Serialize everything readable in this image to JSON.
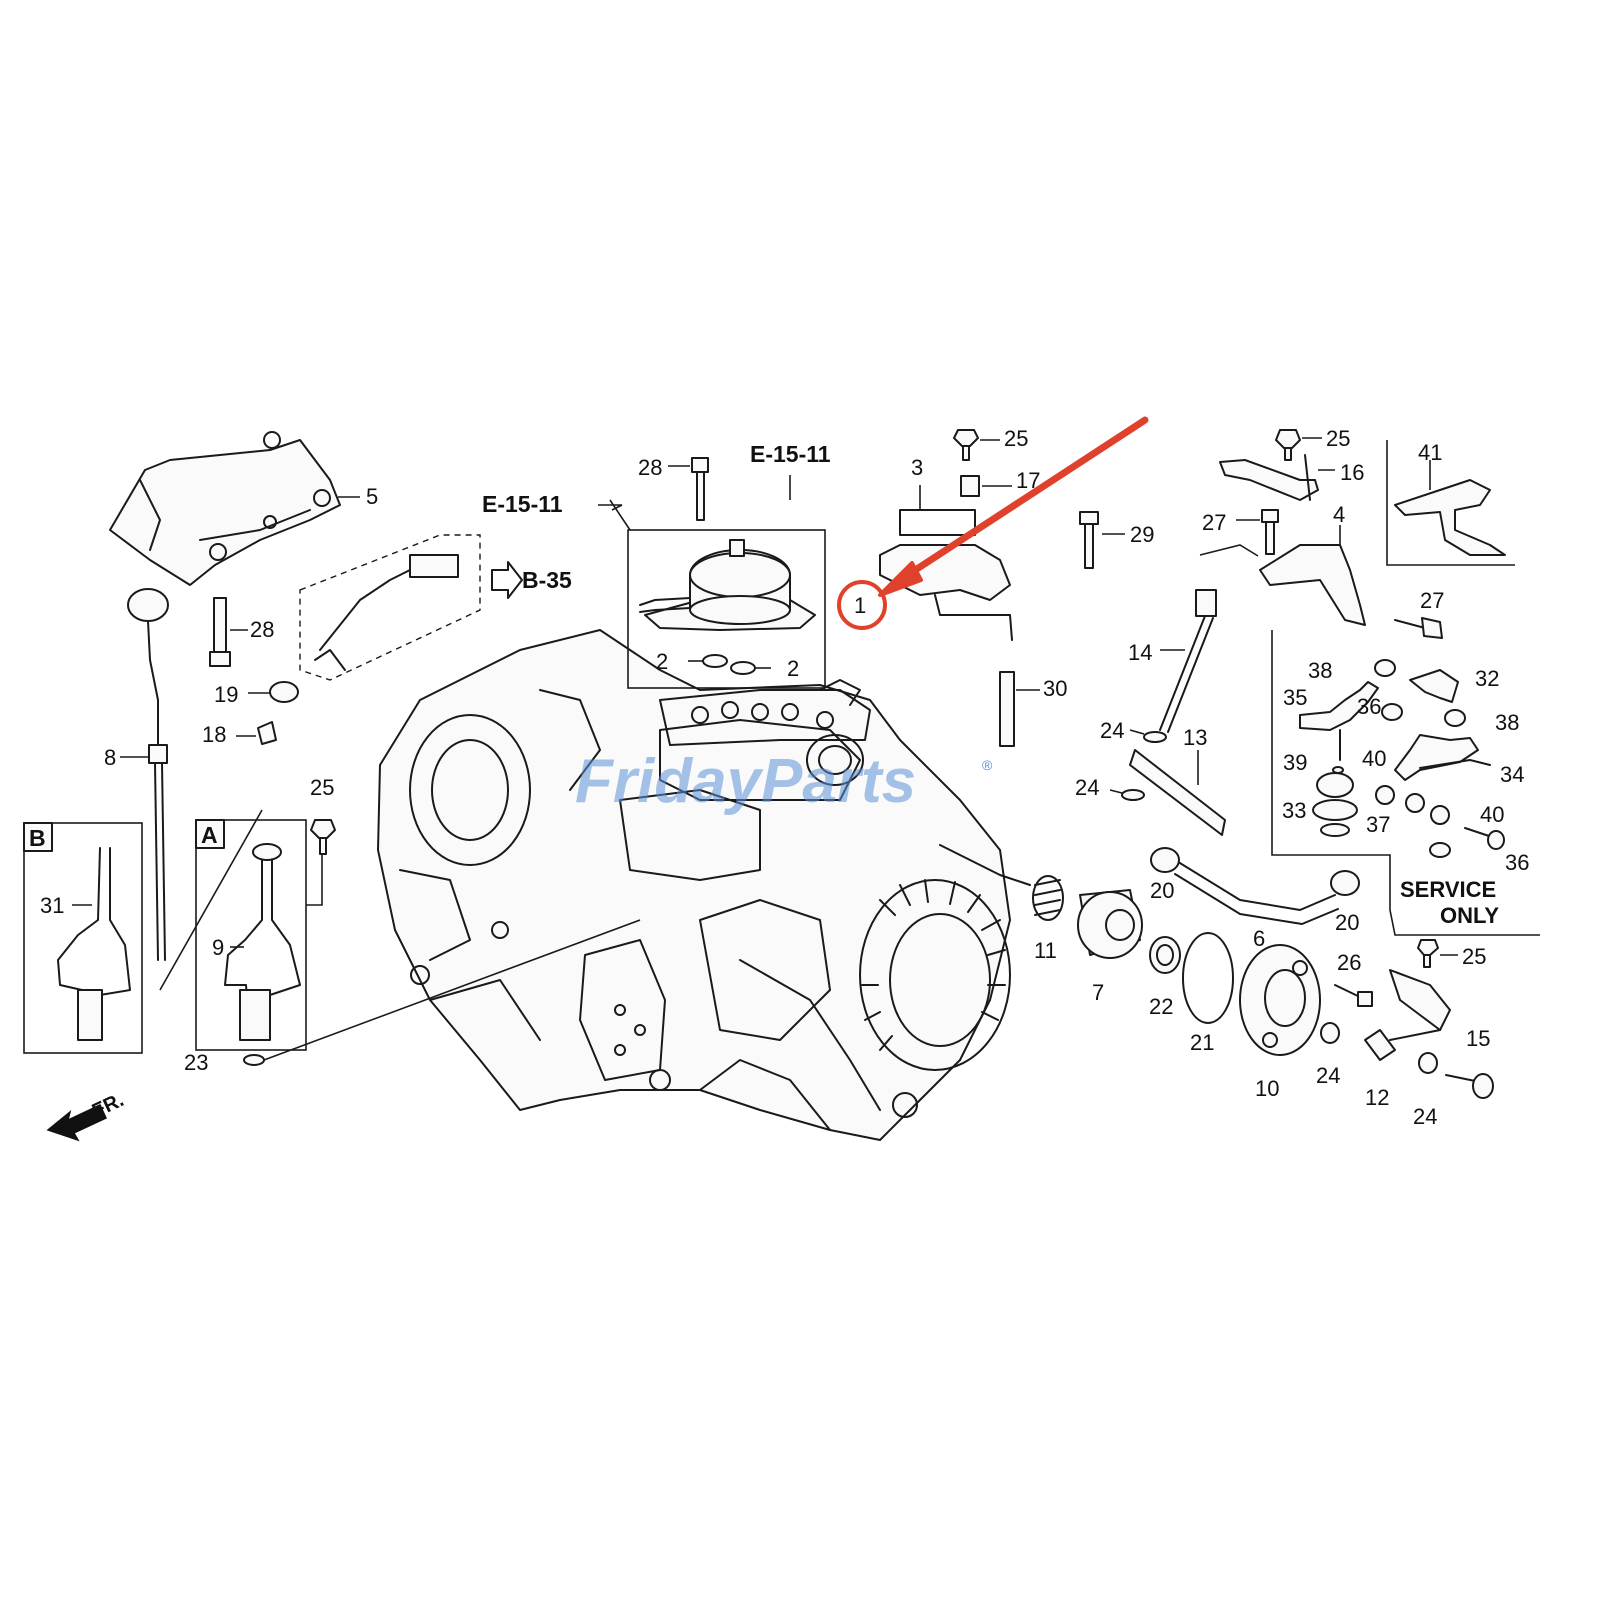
{
  "diagram": {
    "refs": [
      "E-15-11",
      "E-15-11",
      "B-35"
    ],
    "service_note": [
      "SERVICE",
      "ONLY"
    ],
    "direction_label": "FR.",
    "insets": {
      "a": "A",
      "b": "B"
    },
    "watermark": {
      "text": "FridayParts",
      "mark": "®"
    },
    "highlight": {
      "part": "1",
      "color": "#e0412c"
    },
    "colors": {
      "watermark": "#5b8fd6",
      "arrow": "#e0412c"
    }
  },
  "callouts": [
    "1",
    "2",
    "2",
    "3",
    "4",
    "5",
    "6",
    "7",
    "8",
    "9",
    "10",
    "11",
    "12",
    "13",
    "14",
    "15",
    "16",
    "17",
    "18",
    "19",
    "20",
    "20",
    "21",
    "22",
    "23",
    "24",
    "24",
    "24",
    "24",
    "25",
    "25",
    "25",
    "25",
    "26",
    "27",
    "27",
    "28",
    "28",
    "29",
    "30",
    "31",
    "32",
    "33",
    "34",
    "35",
    "36",
    "36",
    "37",
    "38",
    "38",
    "39",
    "40",
    "40",
    "41"
  ]
}
